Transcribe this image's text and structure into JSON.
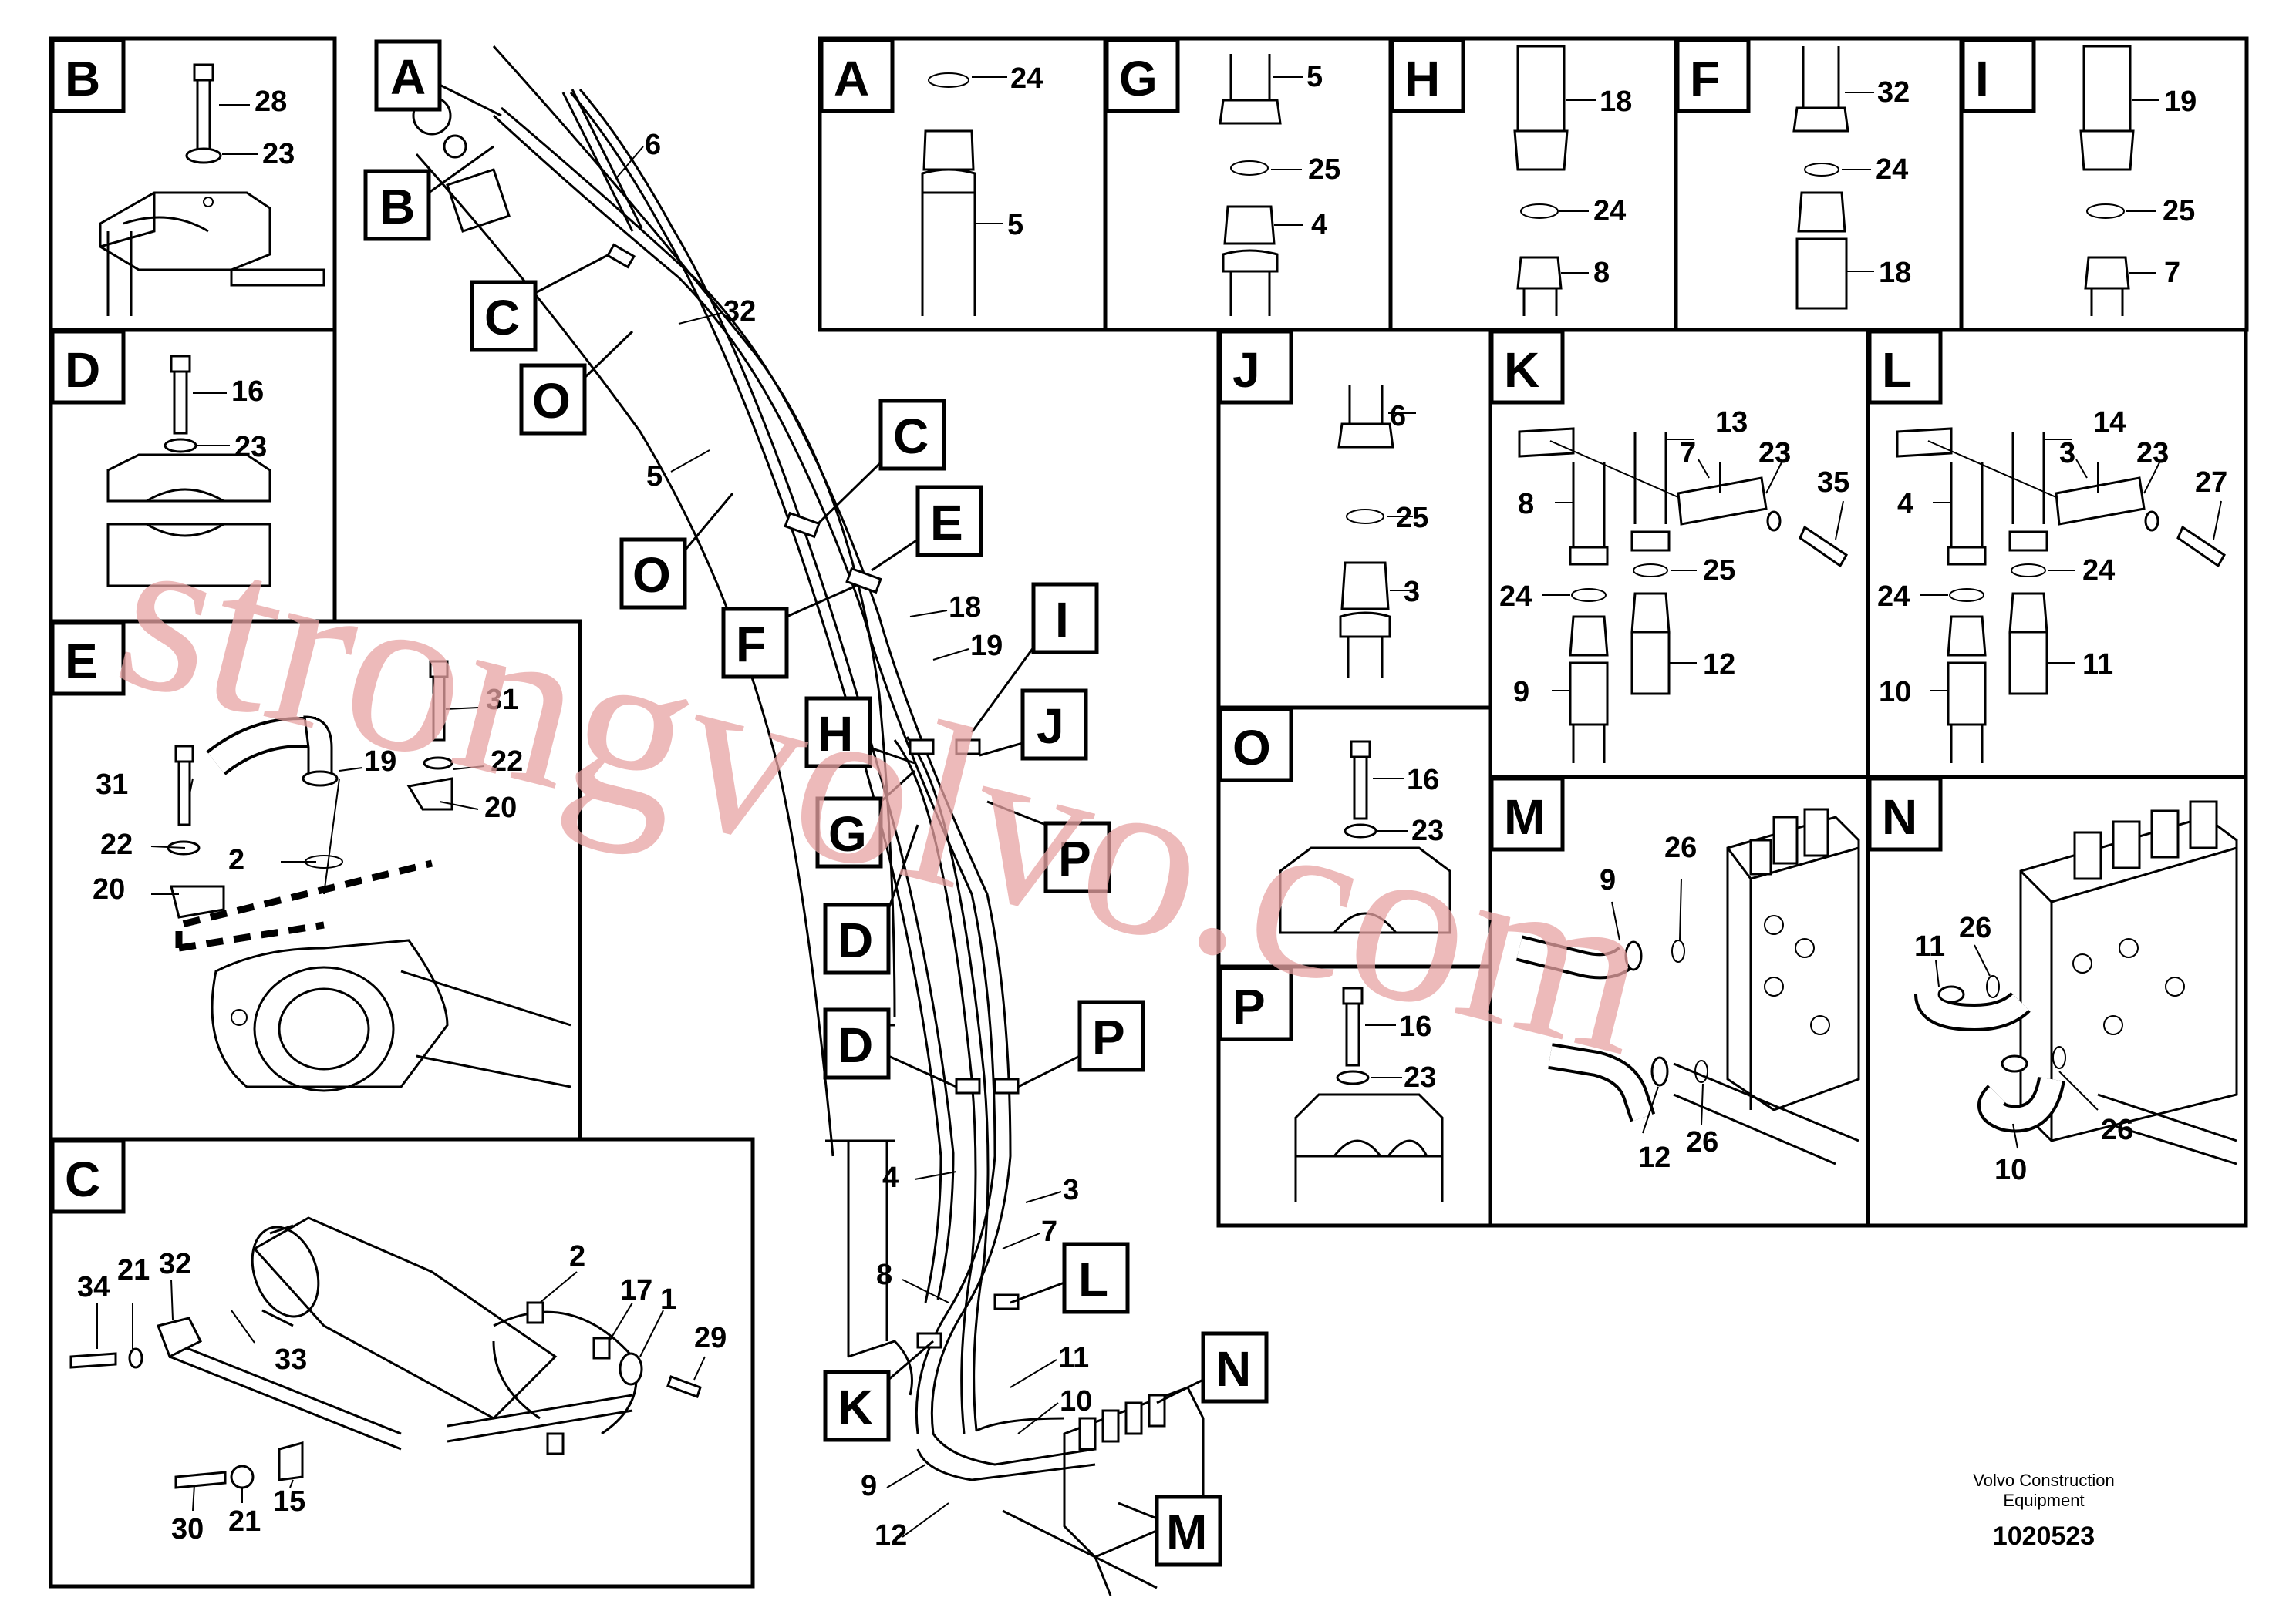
{
  "panels": {
    "B": {
      "letter": "B",
      "labels": [
        "28",
        "23"
      ]
    },
    "D": {
      "letter": "D",
      "labels": [
        "16",
        "23"
      ]
    },
    "E": {
      "letter": "E",
      "labels": [
        "31",
        "19",
        "22",
        "20",
        "31",
        "22",
        "2",
        "20"
      ]
    },
    "C": {
      "letter": "C",
      "labels": [
        "34",
        "21",
        "32",
        "33",
        "2",
        "17",
        "1",
        "29",
        "30",
        "21",
        "15"
      ]
    },
    "A": {
      "letter": "A",
      "labels": [
        "24",
        "5"
      ]
    },
    "G": {
      "letter": "G",
      "labels": [
        "5",
        "25",
        "4"
      ]
    },
    "H": {
      "letter": "H",
      "labels": [
        "18",
        "24",
        "8"
      ]
    },
    "F": {
      "letter": "F",
      "labels": [
        "32",
        "24",
        "18"
      ]
    },
    "I": {
      "letter": "I",
      "labels": [
        "19",
        "25",
        "7"
      ]
    },
    "J": {
      "letter": "J",
      "labels": [
        "6",
        "25",
        "3"
      ]
    },
    "K": {
      "letter": "K",
      "labels": [
        "13",
        "7",
        "23",
        "35",
        "8",
        "25",
        "24",
        "12",
        "9"
      ]
    },
    "L": {
      "letter": "L",
      "labels": [
        "14",
        "3",
        "23",
        "27",
        "4",
        "24",
        "24",
        "11",
        "10"
      ]
    },
    "O": {
      "letter": "O",
      "labels": [
        "16",
        "23"
      ]
    },
    "P": {
      "letter": "P",
      "labels": [
        "16",
        "23"
      ]
    },
    "M": {
      "letter": "M",
      "labels": [
        "9",
        "26",
        "12",
        "26"
      ]
    },
    "N": {
      "letter": "N",
      "labels": [
        "11",
        "26",
        "26",
        "10"
      ]
    }
  },
  "main": {
    "callouts": [
      "A",
      "B",
      "C",
      "O",
      "C",
      "E",
      "O",
      "F",
      "I",
      "H",
      "J",
      "G",
      "P",
      "D",
      "D",
      "P",
      "L",
      "K",
      "N",
      "M"
    ],
    "numbers": [
      "6",
      "32",
      "5",
      "18",
      "19",
      "4",
      "3",
      "7",
      "8",
      "11",
      "10",
      "9",
      "12"
    ]
  },
  "watermark": "strongvolvo.com",
  "footer": {
    "line1": "Volvo Construction",
    "line2": "Equipment",
    "code": "1020523"
  }
}
